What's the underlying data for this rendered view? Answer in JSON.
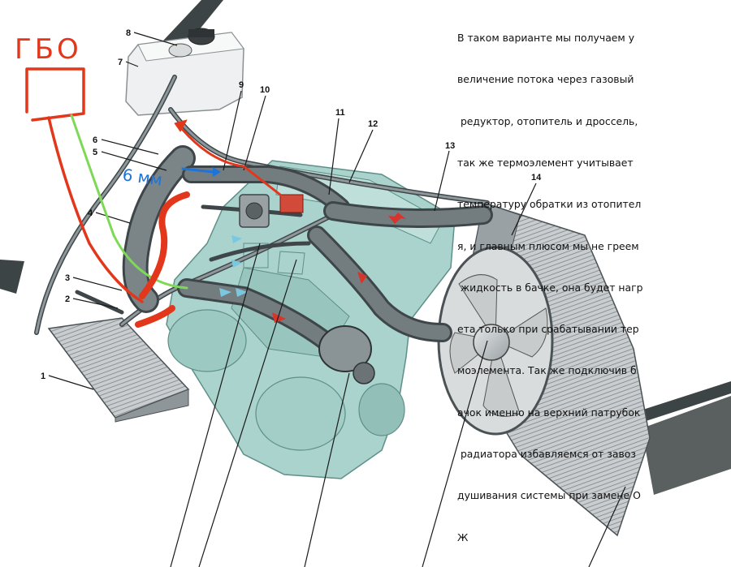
{
  "annotation": {
    "lines": [
      "В таком варианте мы получаем у",
      "величение потока через газовый",
      " редуктор, отопитель и дроссель,",
      "так же термоэлемент учитывает",
      "температуру обратки из отопител",
      "я, и главным плюсом мы не греем",
      " жидкость в бачке, она будет нагр",
      "ета только при срабатывании тер",
      "моэлемента. Так же подключив б",
      "ачок именно на верхний патрубок",
      " радиатора избавляемся от завоз",
      "душивания системы при замене О",
      "Ж"
    ]
  },
  "handwritten": {
    "gbo_label": "ГБО",
    "hose_size": "6 мм"
  },
  "callouts": [
    "1",
    "2",
    "3",
    "4",
    "5",
    "6",
    "7",
    "8",
    "9",
    "10",
    "11",
    "12",
    "13",
    "14"
  ],
  "colors": {
    "hose": "#6f7a7d",
    "hose_dark": "#3e4649",
    "engine": "#a9d3cc",
    "engine_edge": "#5f8f88",
    "red_marker": "#e2371b",
    "green_marker": "#7ed957",
    "blue_marker": "#1e73d8",
    "flow_arrow": "#d9342b",
    "flow_arrow_cold": "#79c8e0"
  }
}
